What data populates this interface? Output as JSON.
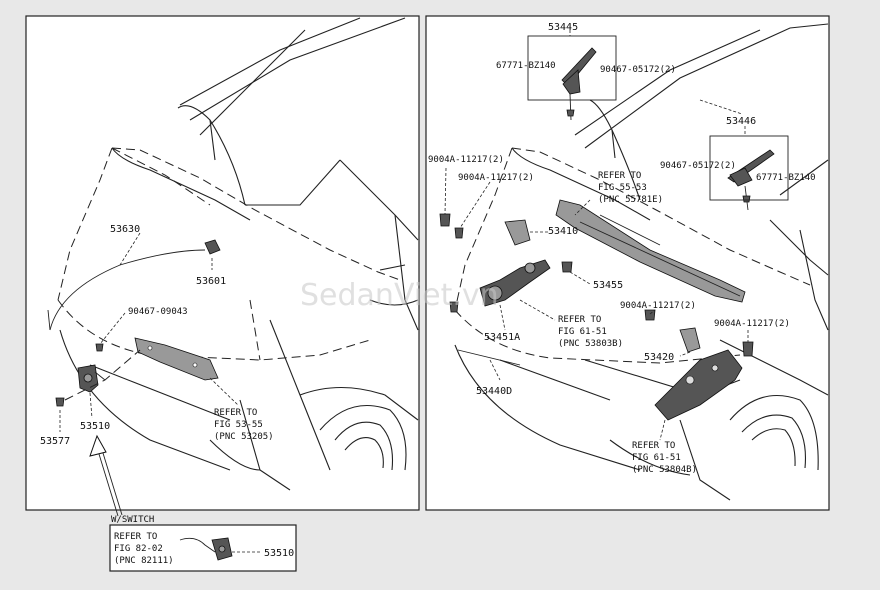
{
  "watermark": "SedanViet.vn",
  "left_panel": {
    "labels": {
      "p53630": "53630",
      "p53601": "53601",
      "p90467_09043": "90467-09043",
      "p53577": "53577",
      "p53510": "53510",
      "refer1_l1": "REFER TO",
      "refer1_l2": "FIG 53-55",
      "refer1_l3": "(PNC 53205)"
    }
  },
  "switch_box": {
    "tag": "W/SWITCH",
    "refer_l1": "REFER TO",
    "refer_l2": "FIG 82-02",
    "refer_l3": "(PNC 82111)",
    "part": "53510"
  },
  "right_panel": {
    "labels": {
      "p53445": "53445",
      "p67771_a": "67771-BZ140",
      "p90467_05172_a": "90467-05172(2)",
      "p53446": "53446",
      "p90467_05172_b": "90467-05172(2)",
      "p67771_b": "67771-BZ140",
      "p9004a_1": "9004A-11217(2)",
      "p9004a_2": "9004A-11217(2)",
      "refer2_l1": "REFER TO",
      "refer2_l2": "FIG 55-53",
      "refer2_l3": "(PNC 55781E)",
      "p53410": "53410",
      "p53455": "53455",
      "p9004a_3": "9004A-11217(2)",
      "p53451a": "53451A",
      "refer3_l1": "REFER TO",
      "refer3_l2": "FIG 61-51",
      "refer3_l3": "(PNC 53803B)",
      "p9004a_4": "9004A-11217(2)",
      "p53420": "53420",
      "p53440d": "53440D",
      "refer4_l1": "REFER TO",
      "refer4_l2": "FIG 61-51",
      "refer4_l3": "(PNC 53804B)"
    }
  }
}
